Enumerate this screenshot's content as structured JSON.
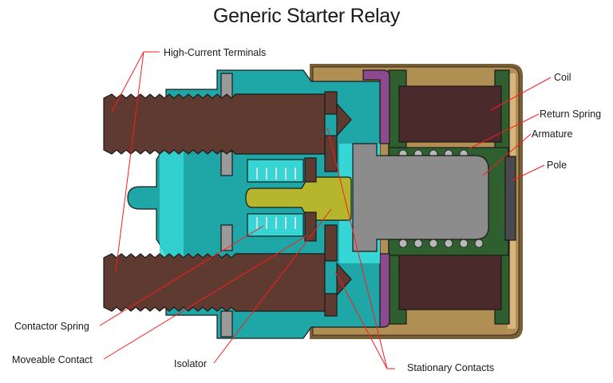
{
  "title": "Generic Starter Relay",
  "labels": {
    "high_current_terminals": "High-Current Terminals",
    "coil": "Coil",
    "return_spring": "Return Spring",
    "armature": "Armature",
    "pole": "Pole",
    "contactor_spring": "Contactor Spring",
    "moveable_contact": "Moveable Contact",
    "isolator": "Isolator",
    "stationary_contacts": "Stationary Contacts"
  },
  "colors": {
    "terminal": "#5e3a30",
    "housing_teal": "#1fa6a6",
    "housing_cyan": "#36d6d6",
    "casing": "#b08f55",
    "casing_outline": "#7a5e35",
    "coil": "#4a2a2a",
    "bobbin": "#2f5e2f",
    "armature": "#8c8c8c",
    "pole": "#4a4a4e",
    "isolator": "#b5b52e",
    "gasket": "#8e4a8e",
    "washer": "#9a9a9a",
    "leader": "#ff1a1a"
  }
}
